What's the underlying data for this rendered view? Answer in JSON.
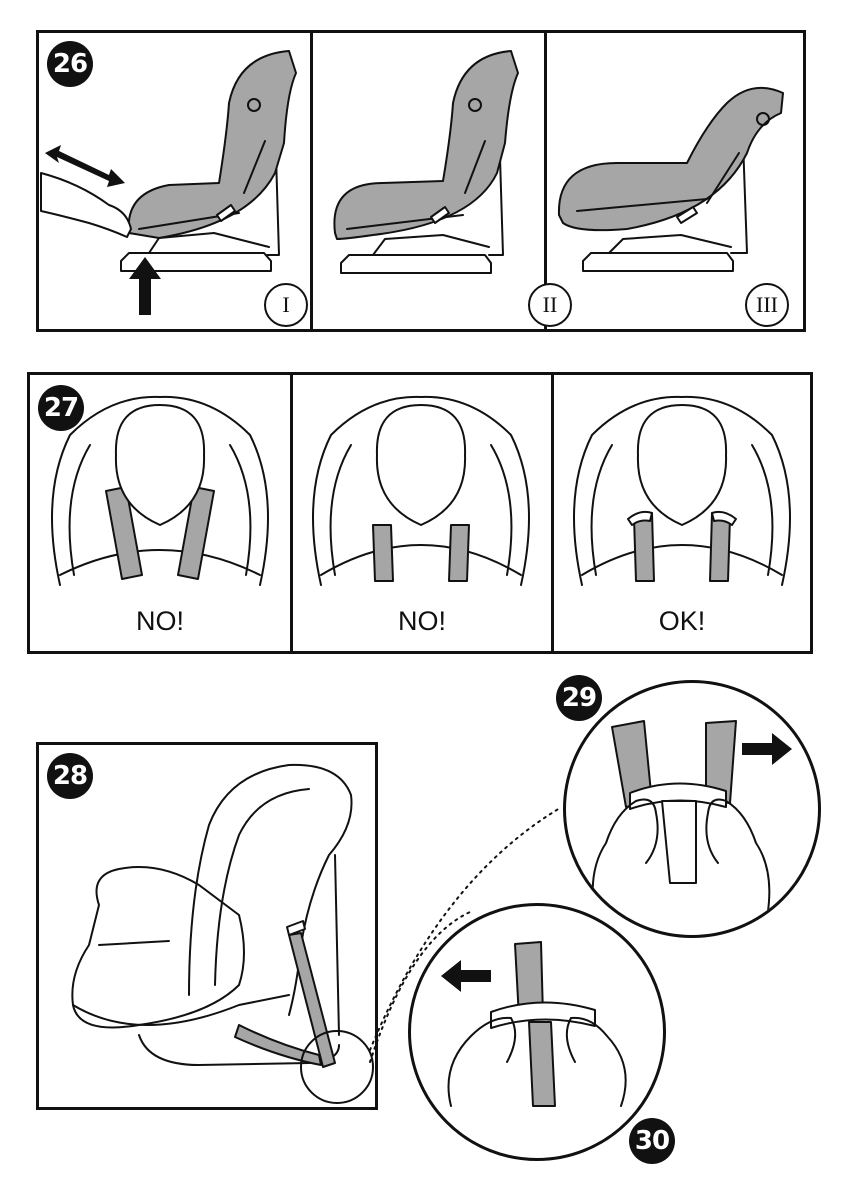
{
  "fig26": {
    "step": "26",
    "panels": [
      {
        "label": "I"
      },
      {
        "label": "II"
      },
      {
        "label": "III"
      }
    ]
  },
  "fig27": {
    "step": "27",
    "panels": [
      {
        "verdict": "NO!"
      },
      {
        "verdict": "NO!"
      },
      {
        "verdict": "OK!"
      }
    ]
  },
  "fig28": {
    "step": "28"
  },
  "fig29": {
    "step": "29"
  },
  "fig30": {
    "step": "30"
  },
  "colors": {
    "ink": "#111111",
    "strap": "#a6a6a6",
    "paper": "#ffffff"
  }
}
